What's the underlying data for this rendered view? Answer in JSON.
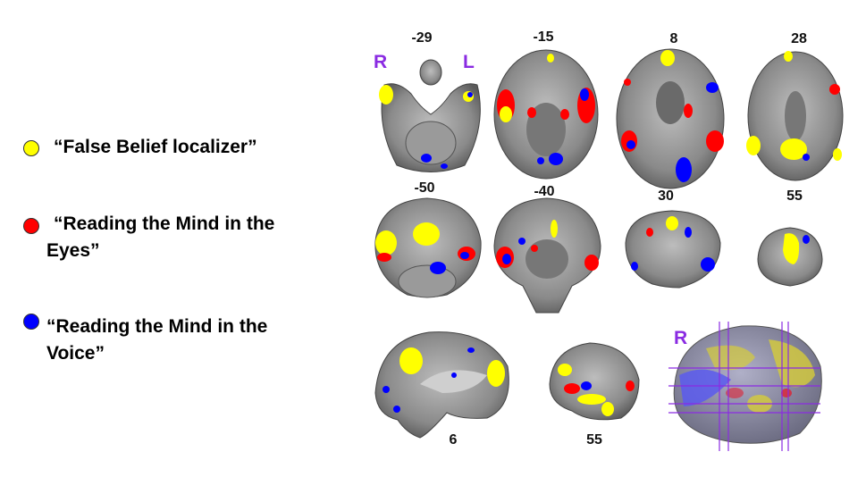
{
  "legend": {
    "items": [
      {
        "label": "“False Belief localizer”",
        "color": "#ffff00"
      },
      {
        "label": "“Reading the Mind in the Eyes”",
        "line1": "“Reading the Mind in the",
        "line2": "Eyes”",
        "color": "#ff0000"
      },
      {
        "label": "“Reading the Mind in the Voice”",
        "line1": "“Reading the Mind in the",
        "line2": "Voice”",
        "color": "#0000ff"
      }
    ]
  },
  "orientation": {
    "right": "R",
    "left": "L",
    "right_3d": "R"
  },
  "slices": {
    "axial": [
      "-29",
      "-15",
      "8",
      "28"
    ],
    "coronal": [
      "-50",
      "-40",
      "30",
      "55"
    ],
    "sagittal": [
      "6",
      "55"
    ]
  },
  "colors": {
    "yellow": "#ffff00",
    "red": "#ff0000",
    "blue": "#0000ff",
    "brain_gray": "#8c8c8c",
    "orientation_purple": "#8a2be2"
  }
}
